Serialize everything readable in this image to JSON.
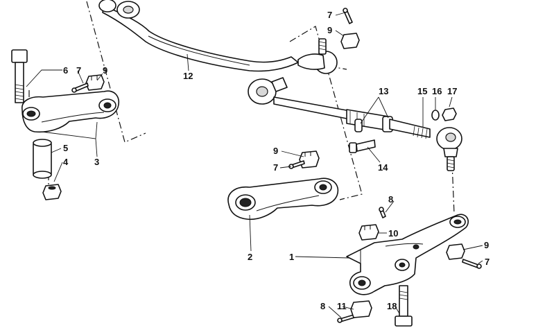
{
  "diagram": {
    "callouts": [
      {
        "id": "c1",
        "label": "1"
      },
      {
        "id": "c2",
        "label": "2"
      },
      {
        "id": "c3",
        "label": "3"
      },
      {
        "id": "c4",
        "label": "4"
      },
      {
        "id": "c5",
        "label": "5"
      },
      {
        "id": "c6",
        "label": "6"
      },
      {
        "id": "c7a",
        "label": "7"
      },
      {
        "id": "c7b",
        "label": "7"
      },
      {
        "id": "c7c",
        "label": "7"
      },
      {
        "id": "c7d",
        "label": "7"
      },
      {
        "id": "c8a",
        "label": "8"
      },
      {
        "id": "c8b",
        "label": "8"
      },
      {
        "id": "c9a",
        "label": "9"
      },
      {
        "id": "c9b",
        "label": "9"
      },
      {
        "id": "c9c",
        "label": "9"
      },
      {
        "id": "c9d",
        "label": "9"
      },
      {
        "id": "c10",
        "label": "10"
      },
      {
        "id": "c11",
        "label": "11"
      },
      {
        "id": "c12",
        "label": "12"
      },
      {
        "id": "c13",
        "label": "13"
      },
      {
        "id": "c14",
        "label": "14"
      },
      {
        "id": "c15",
        "label": "15"
      },
      {
        "id": "c16",
        "label": "16"
      },
      {
        "id": "c17",
        "label": "17"
      },
      {
        "id": "c18",
        "label": "18"
      }
    ]
  }
}
